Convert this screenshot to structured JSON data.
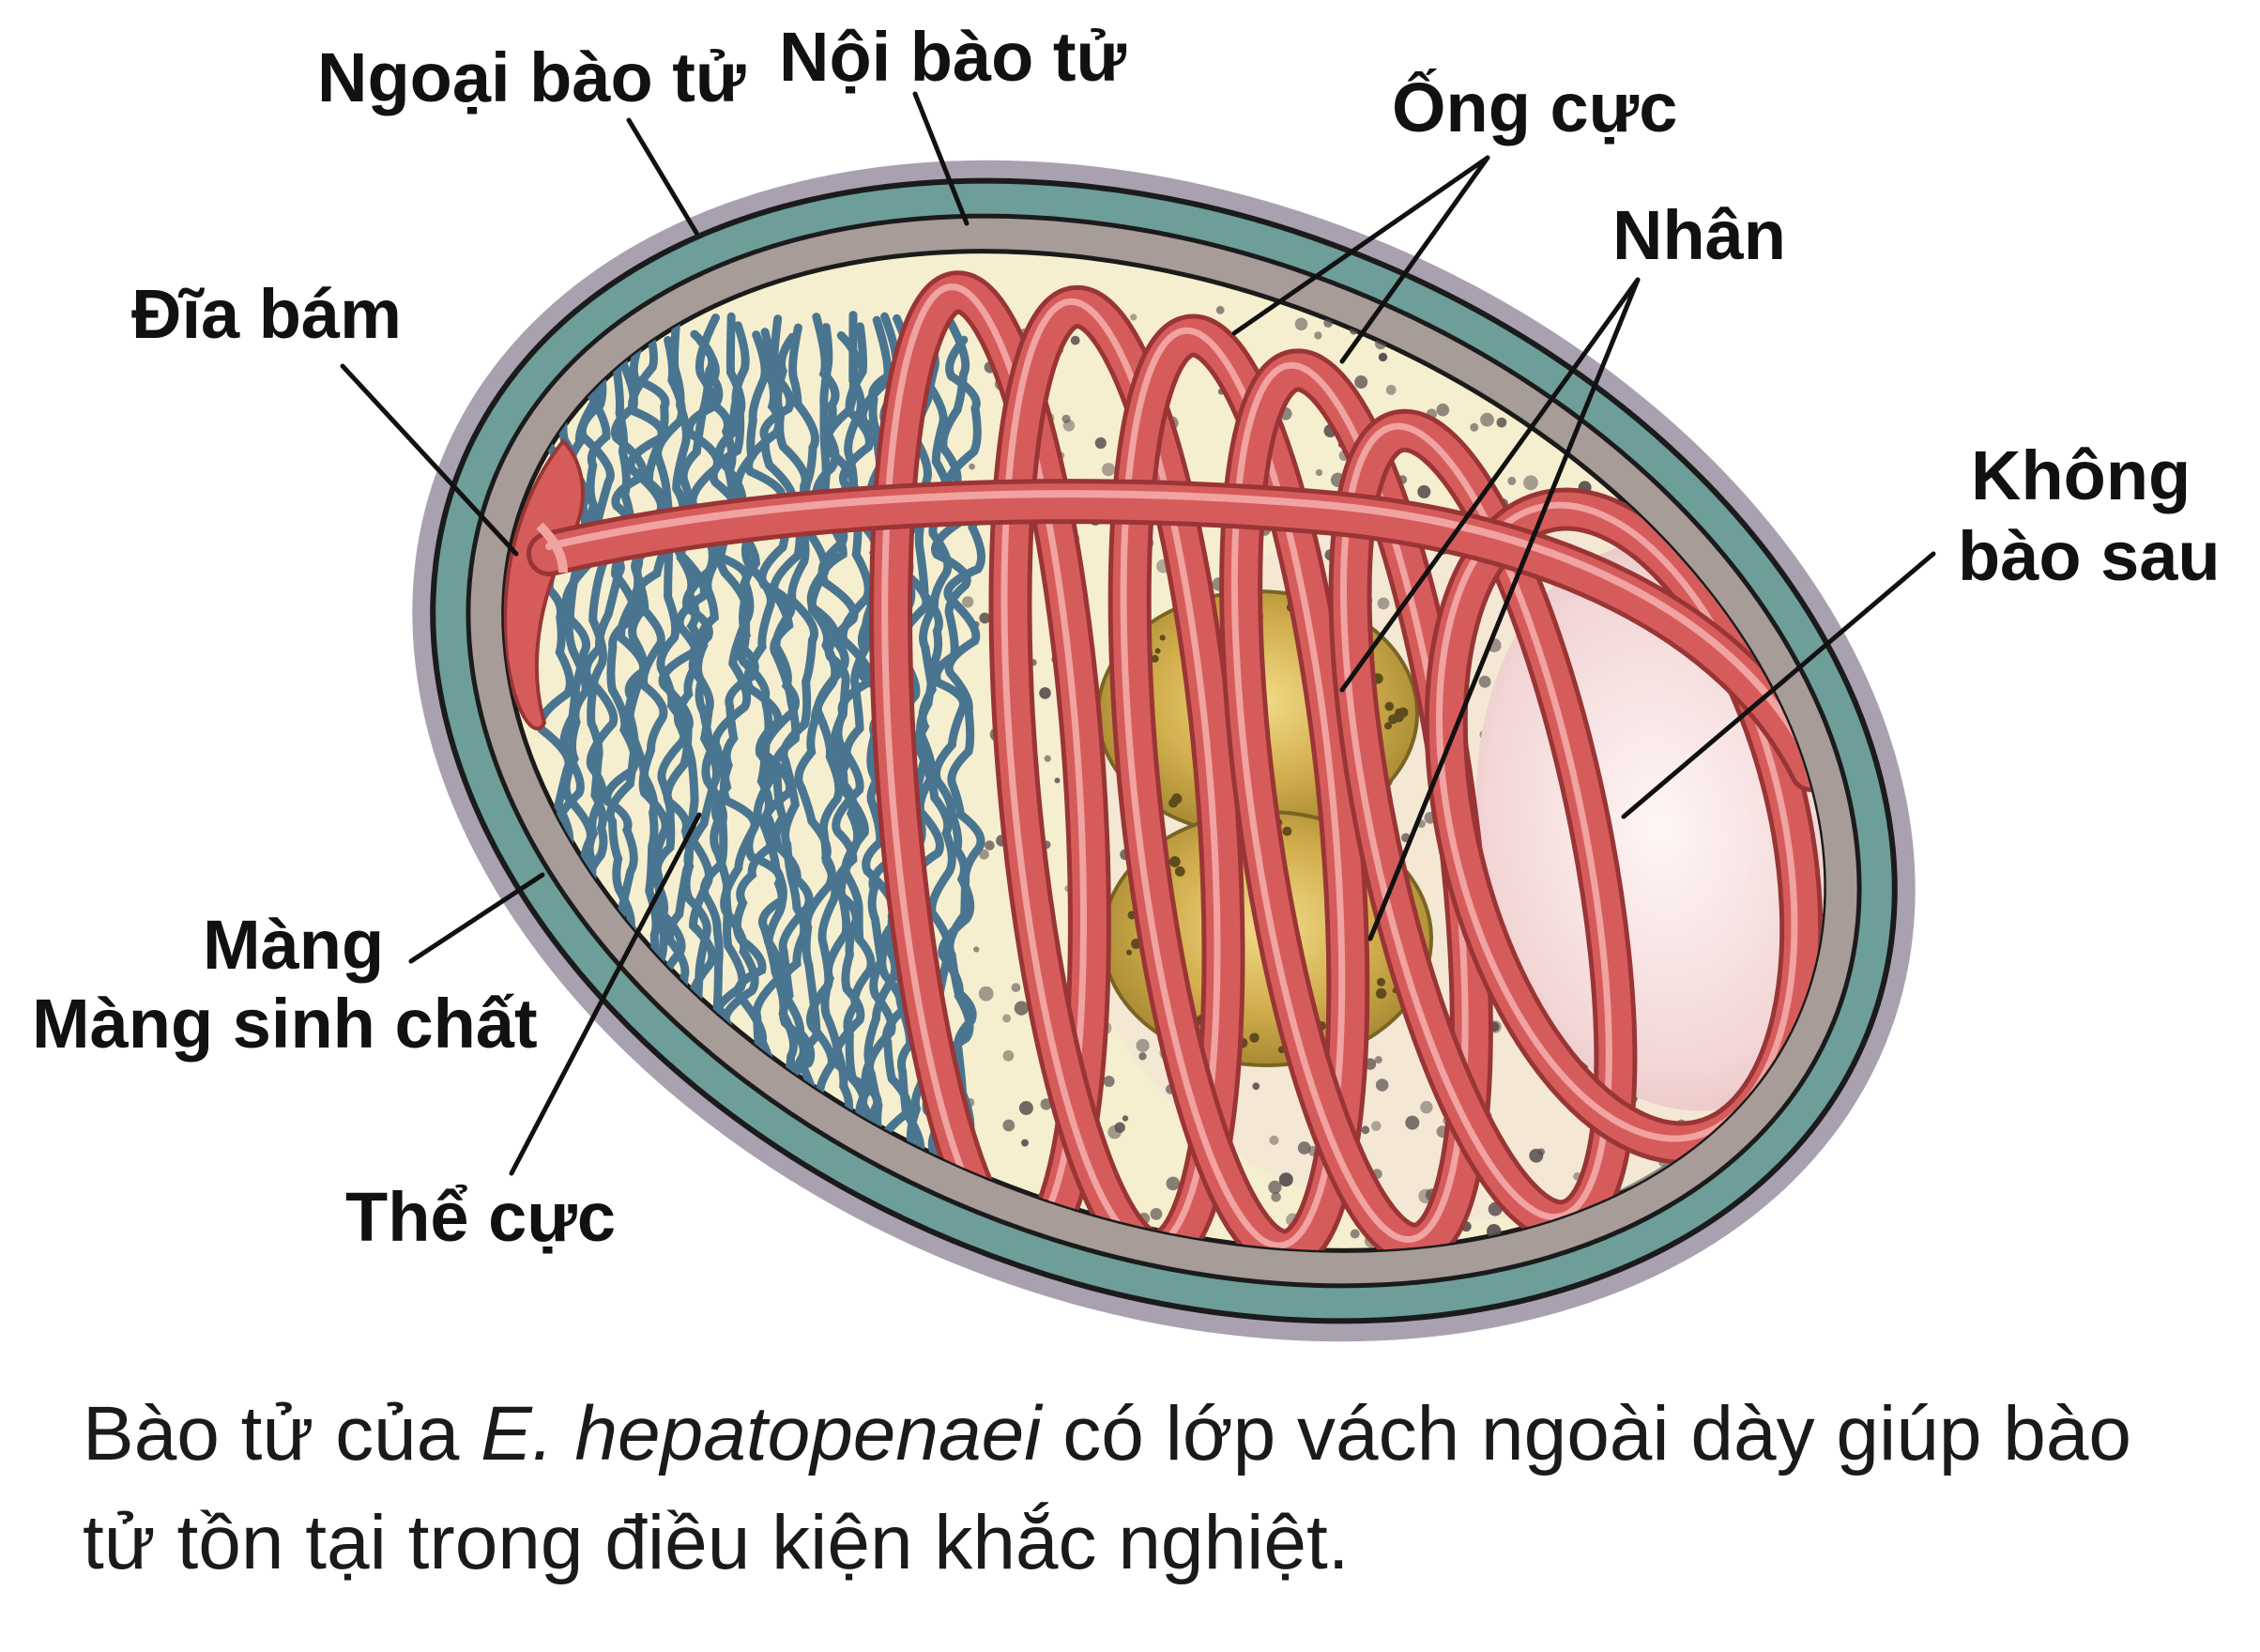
{
  "labels": {
    "exospore": "Ngoại bào tử",
    "endospore": "Nội bào tử",
    "polar_tube": "Ống cực",
    "anchoring_disc": "Đĩa bám",
    "nucleus": "Nhân",
    "posterior_vacuole_line1": "Không",
    "posterior_vacuole_line2": "bào sau",
    "membrane_line1": "Màng",
    "membrane_line2": "Màng sinh chất",
    "polaroplast": "Thể cực"
  },
  "caption": {
    "before": "Bào tử của ",
    "species": "E. hepatopenaei",
    "after": " có lớp vách ngoài dày giúp bào tử tồn tại trong điều kiện khắc nghiệt."
  },
  "colors": {
    "outer_halo": "#a9a1b0",
    "exospore": "#6e9e99",
    "endospore": "#a89c98",
    "cytoplasm": "#f6efcf",
    "polaroplast": "#4a7590",
    "polar_tube": "#d65c5c",
    "polar_tube_highlight": "#f0a3a0",
    "nucleus": "#c9a545",
    "vacuole": "#f7dede",
    "granules": "#5a5050"
  }
}
